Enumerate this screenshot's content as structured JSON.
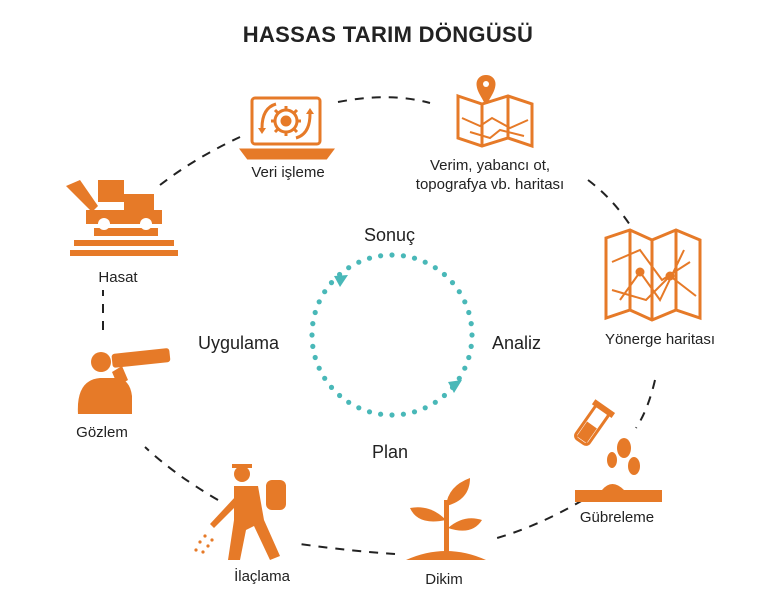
{
  "title": "HASSAS TARIM DÖNGÜSÜ",
  "colors": {
    "accent": "#E67A28",
    "cycle": "#49B8B8",
    "text": "#222222"
  },
  "steps": [
    {
      "label": "Veri işleme",
      "icon": "laptop-gear-icon"
    },
    {
      "label": "Verim, yabancı ot,\ntopografya vb. haritası",
      "icon": "map-pin-icon"
    },
    {
      "label": "Yönerge haritası",
      "icon": "folded-map-icon"
    },
    {
      "label": "Gübreleme",
      "icon": "fertilizer-icon"
    },
    {
      "label": "Dikim",
      "icon": "seedling-icon"
    },
    {
      "label": "İlaçlama",
      "icon": "sprayer-person-icon"
    },
    {
      "label": "Gözlem",
      "icon": "observer-telescope-icon"
    },
    {
      "label": "Hasat",
      "icon": "harvester-icon"
    }
  ],
  "inner_cycle": {
    "top": "Sonuç",
    "right": "Analiz",
    "bottom": "Plan",
    "left": "Uygulama"
  }
}
